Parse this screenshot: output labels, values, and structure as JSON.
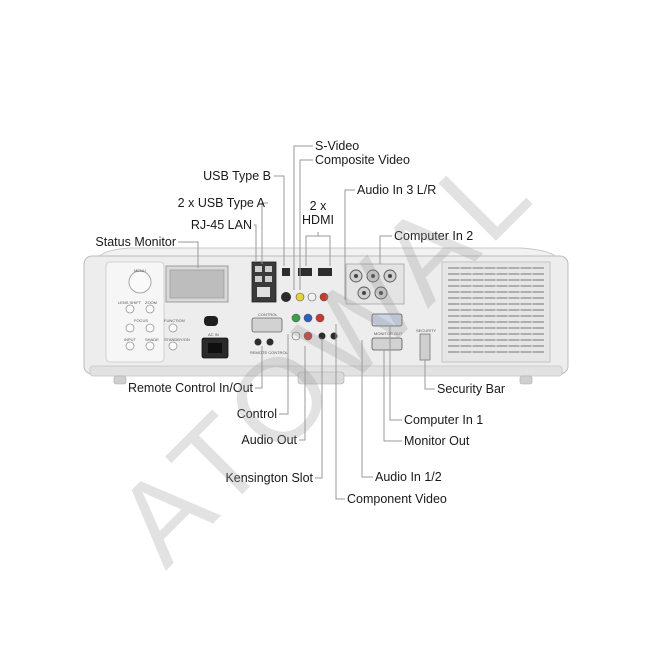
{
  "labels": {
    "s_video": "S-Video",
    "composite_video": "Composite Video",
    "usb_type_b": "USB Type B",
    "audio_in_3": "Audio In 3 L/R",
    "usb_type_a": "2 x USB Type A",
    "hdmi_count": "2 x",
    "hdmi": "HDMI",
    "rj45_lan": "RJ-45 LAN",
    "computer_in_2": "Computer In 2",
    "status_monitor": "Status Monitor",
    "remote_control": "Remote Control In/Out",
    "security_bar": "Security Bar",
    "control": "Control",
    "computer_in_1": "Computer In 1",
    "audio_out": "Audio Out",
    "monitor_out": "Monitor Out",
    "kensington_slot": "Kensington Slot",
    "audio_in_12": "Audio In 1/2",
    "component_video": "Component Video"
  },
  "panel_text": {
    "menu": "MENU",
    "lens_shift": "LENS SHIFT",
    "zoom": "ZOOM",
    "focus": "FOCUS",
    "function": "FUNCTION",
    "input": "INPUT",
    "shade": "SHADE",
    "standby_on": "STANDBY/ON",
    "ac_in": "AC IN",
    "control": "CONTROL",
    "remote_control": "REMOTE CONTROL",
    "monitor_out": "MONITOR OUT",
    "security": "SECURITY"
  },
  "watermark": "ATOWAL",
  "colors": {
    "body": "#ececec",
    "panel_dark": "#3a3a3a",
    "leader_line": "#9a9a9a",
    "text": "#1a1a1a"
  }
}
